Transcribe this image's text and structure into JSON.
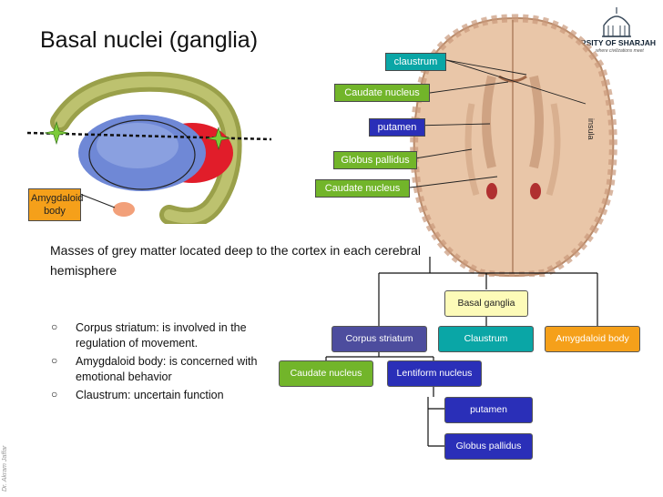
{
  "title": "Basal nuclei (ganglia)",
  "logo": {
    "name": "UNIVERSITY OF SHARJAH",
    "tagline": "where civilizations meet"
  },
  "credit": "Dr. Akram Jaffar",
  "illustration_labels": {
    "amygdaloid": "Amygdaloid body",
    "claustrum": "claustrum",
    "caudate_top": "Caudate nucleus",
    "putamen": "putamen",
    "globus": "Globus pallidus",
    "caudate_bottom": "Caudate nucleus",
    "insula": "insula"
  },
  "intro": "Masses of grey matter located deep to the cortex in each cerebral hemisphere",
  "bullets": [
    {
      "marker": "○",
      "text": "Corpus striatum: is involved in the regulation of movement."
    },
    {
      "marker": "○",
      "text": "Amygdaloid body: is concerned with emotional behavior"
    },
    {
      "marker": "○",
      "text": "Claustrum: uncertain function"
    }
  ],
  "hierarchy": {
    "root": "Basal ganglia",
    "level1": [
      "Corpus striatum",
      "Claustrum",
      "Amygdaloid body"
    ],
    "level2": [
      "Caudate nucleus",
      "Lentiform nucleus"
    ],
    "level3": [
      "putamen",
      "Globus pallidus"
    ]
  },
  "colors": {
    "orange": "#f5a01a",
    "teal": "#0aa6a6",
    "blue_box": "#2a2fb8",
    "green_box": "#72b52a",
    "purple_box": "#4d4d9e",
    "yellow_box": "#fdfbb8"
  }
}
